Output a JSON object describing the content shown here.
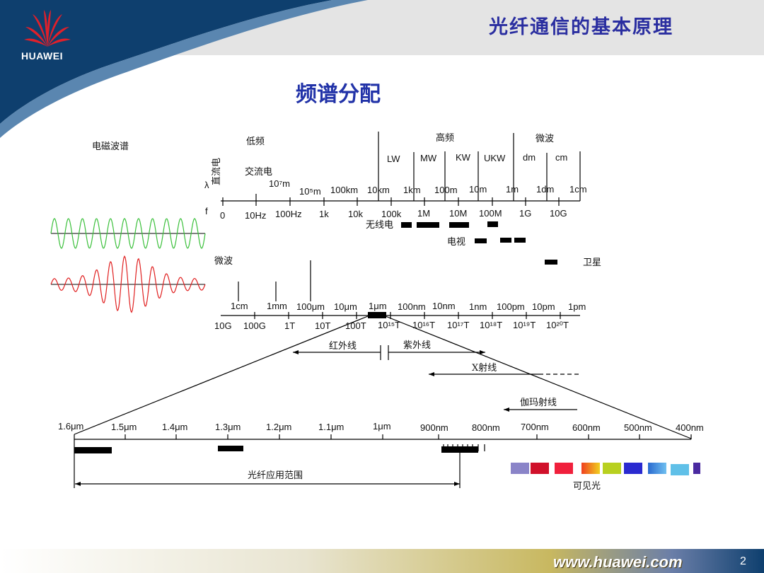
{
  "header": {
    "title": "光纤通信的基本原理",
    "logo_text": "HUAWEI"
  },
  "subtitle": "频谱分配",
  "spectrum_title": "电磁波谱",
  "top_band_labels": {
    "low_freq": "低频",
    "high_freq": "高频",
    "microwave": "微波",
    "dc": "直流电",
    "ac": "交流电"
  },
  "radio_bands": [
    "LW",
    "MW",
    "KW",
    "UKW",
    "dm",
    "cm"
  ],
  "axis1": {
    "lambda_symbol": "λ",
    "f_symbol": "f",
    "lambda_ticks": [
      "10⁷m",
      "10⁵m",
      "100km",
      "10km",
      "1km",
      "100m",
      "10m",
      "1m",
      "1dm",
      "1cm"
    ],
    "f_ticks": [
      "0",
      "10Hz",
      "100Hz",
      "1k",
      "10k",
      "100k",
      "1M",
      "10M",
      "100M",
      "1G",
      "10G"
    ]
  },
  "applications": {
    "radio": "无线电",
    "tv": "电视",
    "satellite": "卫星"
  },
  "axis2": {
    "label": "微波",
    "lambda_ticks": [
      "1cm",
      "1mm",
      "100μm",
      "10μm",
      "1μm",
      "100nm",
      "10nm",
      "1nm",
      "100pm",
      "10pm",
      "1pm"
    ],
    "f_ticks": [
      "10G",
      "100G",
      "1T",
      "10T",
      "100T",
      "10¹⁵T",
      "10¹⁶T",
      "10¹⁷T",
      "10¹⁸T",
      "10¹⁹T",
      "10²⁰T"
    ]
  },
  "ranges": {
    "infrared": "红外线",
    "ultraviolet": "紫外线",
    "xray": "X射线",
    "gamma": "伽玛射线"
  },
  "axis3": {
    "ticks": [
      "1.6μm",
      "1.5μm",
      "1.4μm",
      "1.3μm",
      "1.2μm",
      "1.1μm",
      "1μm",
      "900nm",
      "800nm",
      "700nm",
      "600nm",
      "500nm",
      "400nm"
    ]
  },
  "fiber_range_label": "光纤应用范围",
  "visible_light_label": "可见光",
  "visible_colors": [
    "#8a84c8",
    "#d0102a",
    "#f0203c",
    "#f0a020",
    "#b8d020",
    "#2a2ad0",
    "#3a8ae0",
    "#60c0e8",
    "#4a2aa0"
  ],
  "footer": {
    "website": "www.huawei.com",
    "page": "2"
  }
}
